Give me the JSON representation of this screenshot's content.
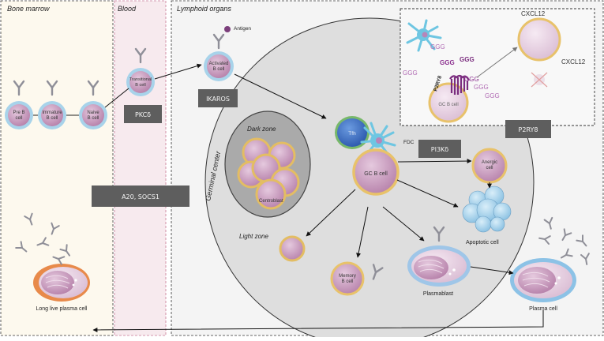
{
  "regions": {
    "bone_marrow": "Bone marrow",
    "blood": "Blood",
    "lymphoid_organs": "Lymphoid organs"
  },
  "germinal_center": "Germinal center",
  "zones": {
    "dark": "Dark zone",
    "light": "Light zone"
  },
  "cells": {
    "pre_b_1": "Pre B",
    "pre_b_2": "cell",
    "immature_1": "Immature",
    "immature_2": "B cell",
    "naive_1": "Naive",
    "naive_2": "B cell",
    "transitional_1": "Transitional",
    "transitional_2": "B cell",
    "activated_1": "Activated",
    "activated_2": "B cell",
    "tfh": "Tfh",
    "fdc": "FDC",
    "gc_b": "GC B cell",
    "gc_b_inset": "GC B cell",
    "centroblast": "Centroblast",
    "anergic_1": "Anergic",
    "anergic_2": "cell",
    "apoptotic": "Apoptotic cell",
    "memory_1": "Memory",
    "memory_2": "B cell",
    "plasmablast": "Plasmablast",
    "plasma": "Plasma cell",
    "long_lived": "Long live plasma cell"
  },
  "labels": {
    "antigen": "Antigen",
    "cxcl12_1": "CXCL12",
    "cxcl12_2": "CXCL12",
    "ggg": "GGG",
    "p2ry8_receptor": "P2RY8"
  },
  "tags": {
    "ikaros": "IKAROS",
    "pkcd": "PKCδ",
    "a20_socs1": "A20, SOCS1",
    "pi3kd": "PI3Kδ",
    "p2ry8": "P2RY8"
  },
  "colors": {
    "bone_marrow_bg": "#fdf9ee",
    "blood_bg": "#f7eaee",
    "blood_border": "#c87a96",
    "lymphoid_bg": "#f4f4f4",
    "germinal_center_bg": "#dedede",
    "dark_zone_bg": "#aaaaaa",
    "tag_bg": "#5e5e5e",
    "cell_body": "#c79bbf",
    "cell_ring": "#e8c26a",
    "tfh_blue": "#3d6fc8",
    "fdc_blue": "#6ec6e2",
    "apoptotic_blue": "#a6d3ec",
    "p2ry8_purple": "#7a2c7e"
  }
}
